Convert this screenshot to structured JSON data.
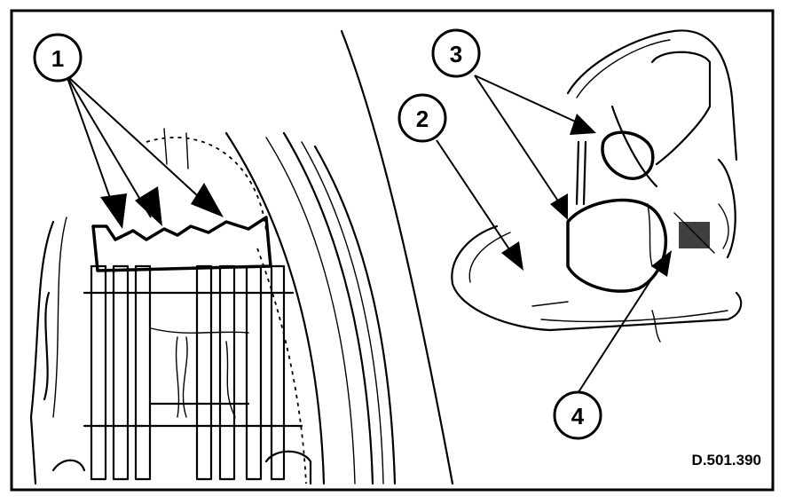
{
  "diagram": {
    "callouts": [
      {
        "id": "c1",
        "label": "1"
      },
      {
        "id": "c2",
        "label": "2"
      },
      {
        "id": "c3",
        "label": "3"
      },
      {
        "id": "c4",
        "label": "4"
      }
    ],
    "reference_code": "D.501.390"
  }
}
